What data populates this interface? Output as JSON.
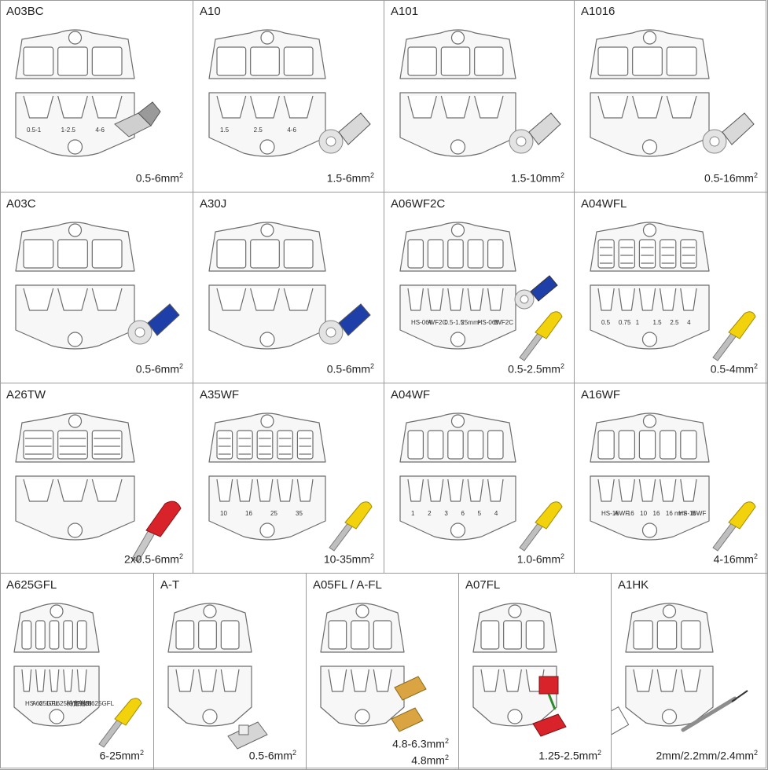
{
  "rows": [
    [
      {
        "model": "A03BC",
        "spec": "0.5-6mm",
        "terminal": "flag-terminal",
        "labels": [
          "0.5-1",
          "1-2.5",
          "4-6"
        ]
      },
      {
        "model": "A10",
        "spec": "1.5-6mm",
        "terminal": "ring-terminal-bare",
        "labels": [
          "1.5",
          "2.5",
          "4-6"
        ]
      },
      {
        "model": "A101",
        "spec": "1.5-10mm",
        "terminal": "ring-terminal-bare",
        "labels": []
      },
      {
        "model": "A1016",
        "spec": "0.5-16mm",
        "terminal": "ring-terminal-bare",
        "labels": []
      }
    ],
    [
      {
        "model": "A03C",
        "spec": "0.5-6mm",
        "terminal": "ring-terminal-blue",
        "labels": []
      },
      {
        "model": "A30J",
        "spec": "0.5-6mm",
        "terminal": "ring-terminal-blue",
        "labels": []
      },
      {
        "model": "A06WF2C",
        "spec": "0.5-2.5mm",
        "terminal": "ring-and-ferrule",
        "labels": [
          "HS-06WF2C",
          "A",
          "0.5-1.5",
          "25mm²",
          "HS-06WF2C",
          "B"
        ]
      },
      {
        "model": "A04WFL",
        "spec": "0.5-4mm",
        "terminal": "ferrule-yellow",
        "labels": [
          "0.5",
          "0.75",
          "1",
          "1.5",
          "2.5",
          "4"
        ]
      }
    ],
    [
      {
        "model": "A26TW",
        "spec": "2x0.5-6mm",
        "terminal": "twin-ferrule-red",
        "labels": []
      },
      {
        "model": "A35WF",
        "spec": "10-35mm",
        "terminal": "ferrule-yellow",
        "labels": [
          "10",
          "16",
          "25",
          "35"
        ]
      },
      {
        "model": "A04WF",
        "spec": "1.0-6mm",
        "terminal": "ferrule-yellow",
        "labels": [
          "1",
          "2",
          "3",
          "6",
          "5",
          "4"
        ]
      },
      {
        "model": "A16WF",
        "spec": "4-16mm",
        "terminal": "ferrule-yellow",
        "labels": [
          "HS-16WF",
          "A",
          "16",
          "10",
          "16",
          "16 mm²",
          "HS-16WF",
          "B"
        ]
      }
    ],
    [
      {
        "model": "A625GFL",
        "spec": "6-25mm",
        "terminal": "ferrule-yellow",
        "labels": [
          "HS-625GFL",
          "A",
          "6",
          "10",
          "16",
          "25mm²",
          "特宽钳口",
          "22mm",
          "HS-625GFL",
          "B"
        ]
      },
      {
        "model": "A-T",
        "spec": "0.5-6mm",
        "terminal": "tab-terminal",
        "labels": []
      },
      {
        "model": "A05FL / A-FL",
        "spec": "4.8-6.3mm",
        "spec2": "4.8mm",
        "terminal": "gold-spade",
        "labels": []
      },
      {
        "model": "A07FL",
        "spec": "1.25-2.5mm",
        "terminal": "red-flag",
        "labels": []
      },
      {
        "model": "A1HK",
        "spec": "2mm/2.2mm/2.4mm",
        "terminal": "pin-contact",
        "labels": []
      }
    ]
  ],
  "superscript": "2",
  "colors": {
    "border": "#9a9a9a",
    "line": "#6d6d6d",
    "blue": "#1f3fa8",
    "yellow": "#f2d20c",
    "red": "#d8232a",
    "gold": "#d9a441",
    "fill": "#f7f7f7"
  }
}
